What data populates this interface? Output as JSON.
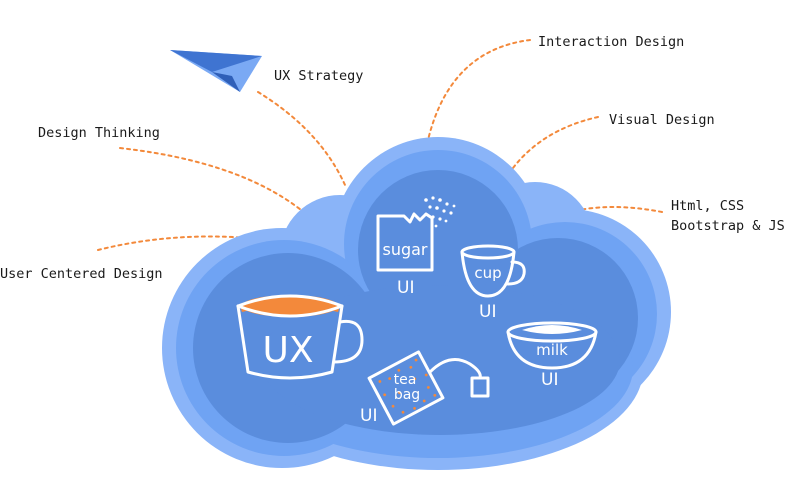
{
  "labels": {
    "ux_strategy": "UX Strategy",
    "interaction_design": "Interaction Design",
    "visual_design": "Visual Design",
    "design_thinking": "Design Thinking",
    "html_css_line1": "Html, CSS",
    "html_css_line2": "Bootstrap & JS",
    "user_centered_design": "User Centered Design"
  },
  "items": {
    "sugar": {
      "text": "sugar",
      "tag": "UI"
    },
    "cup": {
      "text": "cup",
      "tag": "UI"
    },
    "ux_mug": {
      "text": "UX"
    },
    "milk": {
      "text": "milk",
      "tag": "UI"
    },
    "tea_bag": {
      "text_line1": "tea",
      "text_line2": "bag",
      "tag": "UI"
    }
  },
  "colors": {
    "cloud_outer": "#8ab4f8",
    "cloud_mid": "#6fa3f3",
    "cloud_inner": "#5a8ddd",
    "accent_orange": "#f3893b",
    "plane_light": "#7aa9f4",
    "plane_dark": "#3f74d1"
  },
  "icons": [
    "paper-plane-icon",
    "sugar-cube-icon",
    "cup-icon",
    "mug-icon",
    "milk-bowl-icon",
    "tea-bag-icon"
  ]
}
